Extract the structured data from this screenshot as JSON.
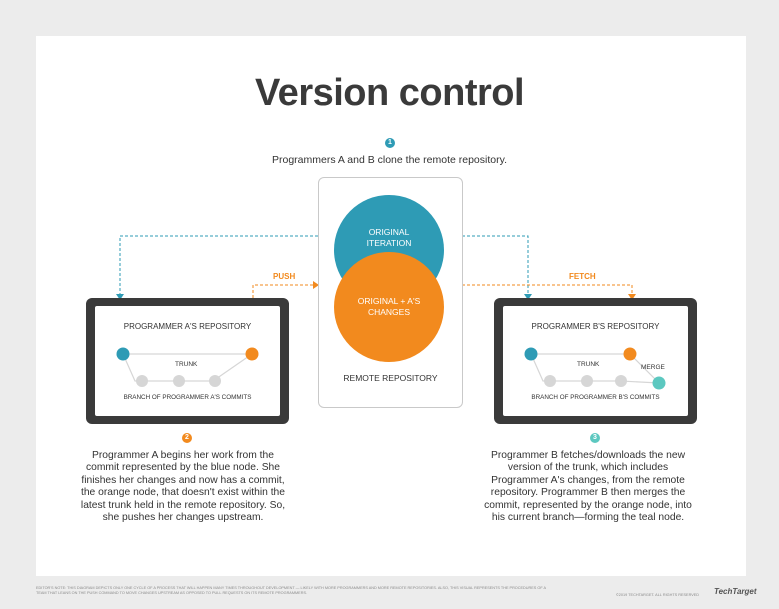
{
  "title": "Version control",
  "steps": [
    {
      "number": "1",
      "text": "Programmers A and B clone the remote repository."
    },
    {
      "number": "2",
      "text": "Programmer A begins her work from the commit represented by the blue node. She finishes her changes and now has a commit, the orange node, that doesn't exist within the latest trunk held in the remote repository. So, she pushes her changes upstream."
    },
    {
      "number": "3",
      "text": "Programmer B fetches/downloads the new version of the trunk, which includes Programmer A's changes, from the remote repository. Programmer B then merges the commit, represented by the orange node, into his current branch—forming the teal node."
    }
  ],
  "remote": {
    "original_label": "ORIGINAL ITERATION",
    "changes_label": "ORIGINAL + A'S CHANGES",
    "label": "REMOTE REPOSITORY"
  },
  "flows": {
    "push": "PUSH",
    "fetch": "FETCH"
  },
  "repo_a": {
    "title": "PROGRAMMER A'S REPOSITORY",
    "trunk": "TRUNK",
    "branch": "BRANCH OF PROGRAMMER A'S COMMITS"
  },
  "repo_b": {
    "title": "PROGRAMMER B'S REPOSITORY",
    "trunk": "TRUNK",
    "merge": "MERGE",
    "branch": "BRANCH OF PROGRAMMER B'S COMMITS"
  },
  "footnote": "EDITOR'S NOTE: THIS DIAGRAM DEPICTS ONLY ONE CYCLE OF A PROCESS THAT WILL HAPPEN MANY TIMES THROUGHOUT DEVELOPMENT — LIKELY WITH MORE PROGRAMMERS AND MORE REMOTE REPOSITORIES. ALSO, THIS VISUAL REPRESENTS THE PROCEDURES OF A TEAM THAT LEANS ON THE PUSH COMMAND TO MOVE CHANGES UPSTREAM AS OPPOSED TO PULL REQUESTS ON ITS REMOTE PROGRAMMERS.",
  "copyright": "©2019 TECHTARGET. ALL RIGHTS RESERVED",
  "logo": "TechTarget",
  "colors": {
    "blue": "#2e9bb5",
    "orange": "#f28a1e",
    "teal": "#5cc8c0",
    "gray": "#d6d6d6",
    "monitor": "#3a3a3a"
  }
}
